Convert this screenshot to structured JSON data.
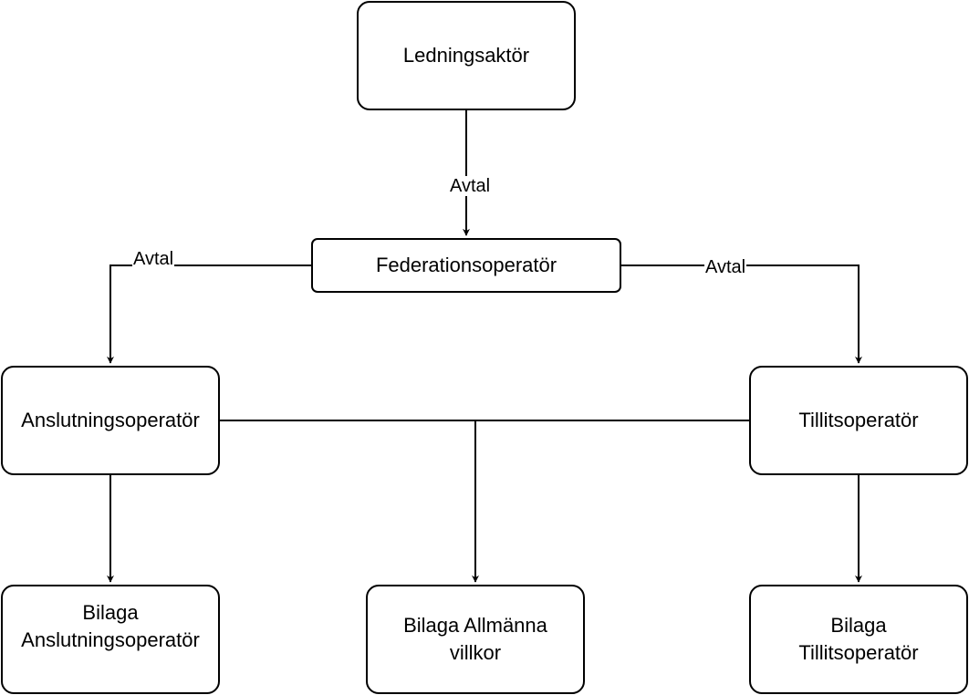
{
  "diagram": {
    "nodes": {
      "ledningsaktor": "Ledningsaktör",
      "federationsoperator": "Federationsoperatör",
      "anslutningsoperator": "Anslutningsoperatör",
      "tillitsoperator": "Tillitsoperatör",
      "bilaga_anslutning_line1": "Bilaga",
      "bilaga_anslutning_line2": "Anslutningsoperatör",
      "bilaga_allmanna_line1": "Bilaga Allmänna",
      "bilaga_allmanna_line2": "villkor",
      "bilaga_tillit_line1": "Bilaga",
      "bilaga_tillit_line2": "Tillitsoperatör"
    },
    "edge_labels": {
      "ledning_to_federation": "Avtal",
      "federation_to_anslutning": "Avtal",
      "federation_to_tillit": "Avtal"
    },
    "colors": {
      "stroke": "#000000",
      "fill": "#ffffff"
    }
  }
}
